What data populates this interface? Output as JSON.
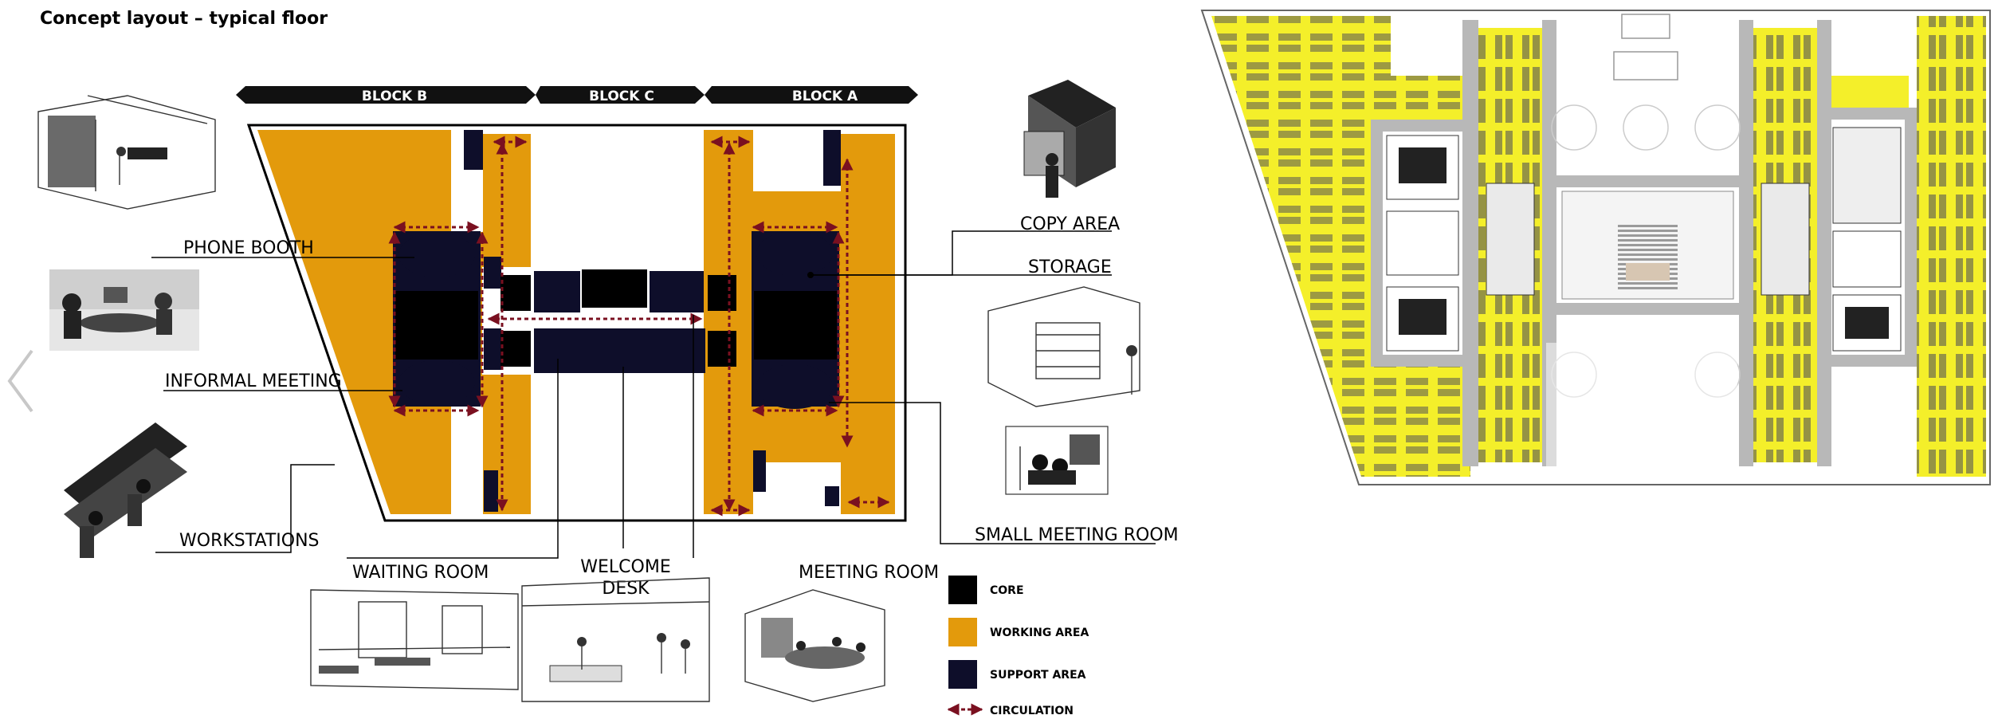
{
  "title": "Concept layout – typical floor",
  "blocks": {
    "b": "BLOCK B",
    "c": "BLOCK C",
    "a": "BLOCK A"
  },
  "labels": {
    "phone_booth": "PHONE BOOTH",
    "informal_meeting": "INFORMAL MEETING",
    "workstations": "WORKSTATIONS",
    "waiting_room": "WAITING ROOM",
    "welcome_desk_1": "WELCOME",
    "welcome_desk_2": "DESK",
    "meeting_room": "MEETING ROOM",
    "copy_area": "COPY AREA",
    "storage": "STORAGE",
    "small_meeting_room": "SMALL MEETING ROOM"
  },
  "legend": [
    {
      "label": "CORE",
      "color": "#000000"
    },
    {
      "label": "WORKING AREA",
      "color": "#E39A0C"
    },
    {
      "label": "SUPPORT AREA",
      "color": "#0E0E2A"
    },
    {
      "label": "CIRCULATION",
      "color": "#7A1020"
    }
  ],
  "colors": {
    "working": "#E39A0C",
    "support": "#0E0E2A",
    "core": "#000000",
    "circulation": "#7A1020",
    "plan_yellow": "#F4EF2A",
    "plan_grey": "#B8B8B8"
  },
  "icons": {
    "nav_prev": "chevron-left-icon"
  }
}
